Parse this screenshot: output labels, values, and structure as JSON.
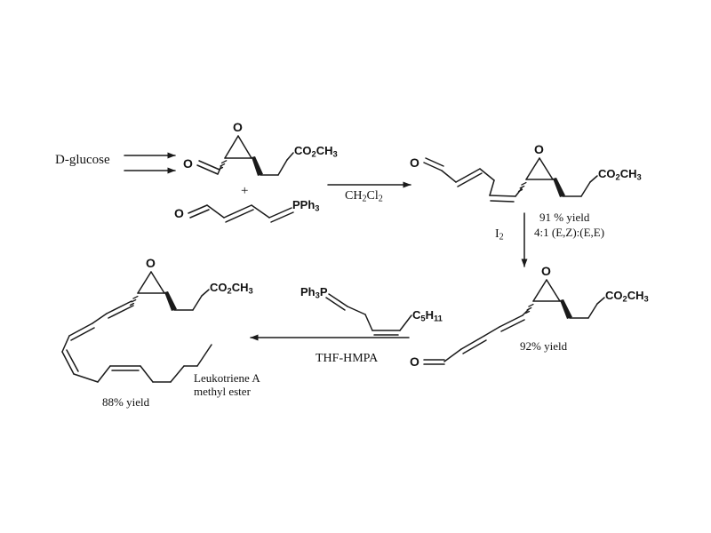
{
  "figure": {
    "kind": "chemical-reaction-scheme",
    "target_molecule": "Leukotriene A methyl ester",
    "starting_material": "D-glucose",
    "background_color": "#ffffff",
    "line_color": "#1a1a1a"
  },
  "labels": {
    "start_material": "D-glucose",
    "plus_sign": "+",
    "ester_group": "CO",
    "ester_sub1": "2",
    "ester_rest": "CH",
    "ester_sub2": "3",
    "phosphorane_right": "PPh",
    "phosphorane_right_sub": "3",
    "phosphorane_left": "Ph",
    "phosphorane_left_sub": "3",
    "phosphorane_left_p": "P",
    "pentyl": "C",
    "pentyl_sub1": "5",
    "pentyl_h": "H",
    "pentyl_sub2": "11",
    "epoxide_oxygen": "O",
    "aldehyde_oxygen": "O"
  },
  "conditions": {
    "step1_solvent": "CH",
    "step1_solvent_sub1": "2",
    "step1_solvent_cl": "Cl",
    "step1_solvent_sub2": "2",
    "step2_reagent": "I",
    "step2_reagent_sub": "2",
    "step3_solvent": "THF-HMPA"
  },
  "yields": {
    "step1_yield": "91 % yield",
    "step1_ratio": "4:1 (E,Z):(E,E)",
    "step2_yield": "92% yield",
    "step3_yield": "88% yield"
  },
  "product_caption": {
    "line1": "Leukotriene A",
    "line2": "methyl ester"
  },
  "chart_data": {
    "type": "diagram",
    "title": "Synthesis of Leukotriene A methyl ester from D-glucose",
    "steps": [
      {
        "index": 1,
        "reactants": [
          "epoxy aldehyde ester (from D-glucose)",
          "O=CH-CH=CH-CH=PPh3"
        ],
        "conditions": "CH2Cl2",
        "product": "dienal epoxide methyl ester",
        "yield": "91 %",
        "selectivity": "4:1 (E,Z):(E,E)"
      },
      {
        "index": 2,
        "reactants": [
          "dienal epoxide methyl ester"
        ],
        "conditions": "I2",
        "product": "(E,E)-dienal epoxide methyl ester",
        "yield": "92%"
      },
      {
        "index": 3,
        "reactants": [
          "(E,E)-dienal epoxide methyl ester",
          "Ph3P=CH-CH2-CH=CH-C5H11"
        ],
        "conditions": "THF-HMPA",
        "product": "Leukotriene A methyl ester",
        "yield": "88%"
      }
    ]
  }
}
